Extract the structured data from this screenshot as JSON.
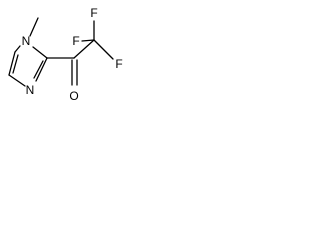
{
  "molecule": {
    "atoms": {
      "n1": "N",
      "n3": "N",
      "f_top": "F",
      "f_left": "F",
      "f_right": "F",
      "o": "O"
    }
  }
}
